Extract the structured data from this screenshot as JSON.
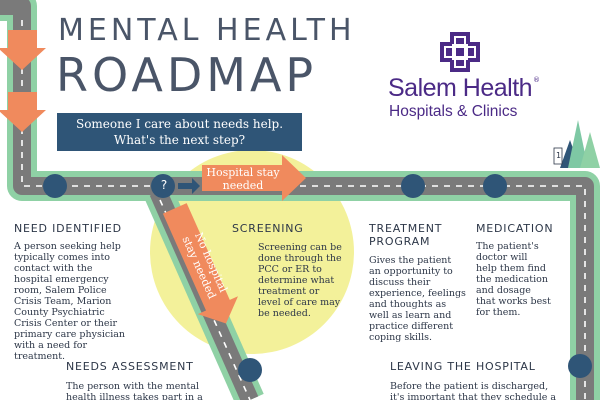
{
  "header": {
    "title_line1": "MENTAL HEALTH",
    "title_line2": "ROADMAP",
    "subtitle_line1": "Someone I care about needs help.",
    "subtitle_line2": "What's the next step?"
  },
  "brand": {
    "name": "Salem Health",
    "registered": "®",
    "subtitle": "Hospitals & Clinics",
    "color": "#4b2a86"
  },
  "road": {
    "question_mark": "?",
    "hospital_stay_label_1": "Hospital stay",
    "hospital_stay_label_2": "needed",
    "no_hospital_label_1": "No hospital",
    "no_hospital_label_2": "stay needed",
    "mile_marker": "1"
  },
  "steps": {
    "need_identified": {
      "heading": "NEED IDENTIFIED",
      "lines": [
        "A person seeking help",
        "typically comes into",
        "contact with the",
        "hospital emergency",
        "room, Salem Police",
        "Crisis Team, Marion",
        "County Psychiatric",
        "Crisis Center or their",
        "primary care physician",
        "with a need for",
        "treatment."
      ]
    },
    "screening": {
      "heading": "SCREENING",
      "lines": [
        "Screening can be",
        "done through the",
        "PCC or ER to",
        "determine what",
        "treatment or",
        "level of care may",
        "be needed."
      ]
    },
    "treatment_program": {
      "heading_line1": "TREATMENT",
      "heading_line2": "PROGRAM",
      "lines": [
        "Gives the patient",
        "an opportunity to",
        "discuss their",
        "experience, feelings",
        "and thoughts as",
        "well as learn and",
        "practice different",
        "coping skills."
      ]
    },
    "medication": {
      "heading": "MEDICATION",
      "lines": [
        "The patient's",
        "doctor will",
        "help them find",
        "the medication",
        "and dosage",
        "that works best",
        "for them."
      ]
    },
    "needs_assessment": {
      "heading": "NEEDS ASSESSMENT",
      "lines": [
        "The person with the mental",
        "health illness takes part in a"
      ]
    },
    "leaving_hospital": {
      "heading": "LEAVING THE HOSPITAL",
      "lines": [
        "Before the patient is discharged,",
        "it's important that they schedule a"
      ]
    }
  },
  "colors": {
    "road_border": "#8fd1a5",
    "road": "#7a7a7a",
    "arrow": "#f08a5d",
    "node": "#2f5577",
    "sun": "#f3f19a",
    "text": "#2d3748"
  }
}
